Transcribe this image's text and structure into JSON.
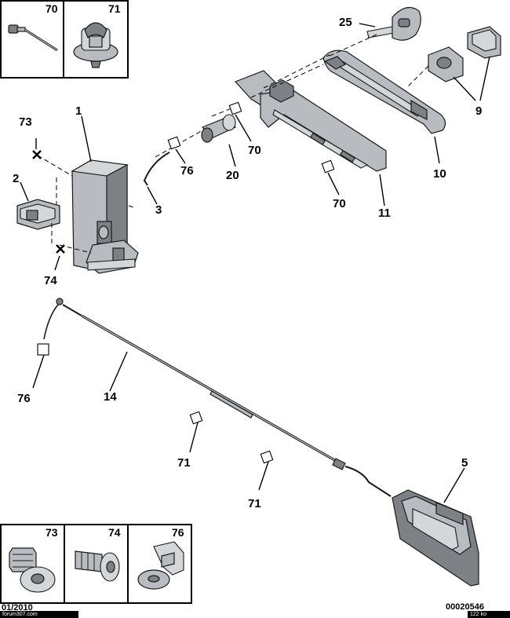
{
  "callouts": {
    "c1": "1",
    "c2": "2",
    "c3": "3",
    "c5": "5",
    "c9": "9",
    "c10": "10",
    "c11": "11",
    "c14": "14",
    "c20": "20",
    "c25": "25",
    "c70a": "70",
    "c70b": "70",
    "c71a": "71",
    "c71b": "71",
    "c73": "73",
    "c74": "74",
    "c76a": "76",
    "c76b": "76"
  },
  "inset_top": {
    "box_a": "70",
    "box_b": "71"
  },
  "inset_bottom": {
    "box_a": "73",
    "box_b": "74",
    "box_c": "76"
  },
  "footer": {
    "date": "01/2010",
    "watermark": "forum307.com",
    "filesize": "122 ko",
    "code": "00020546"
  }
}
